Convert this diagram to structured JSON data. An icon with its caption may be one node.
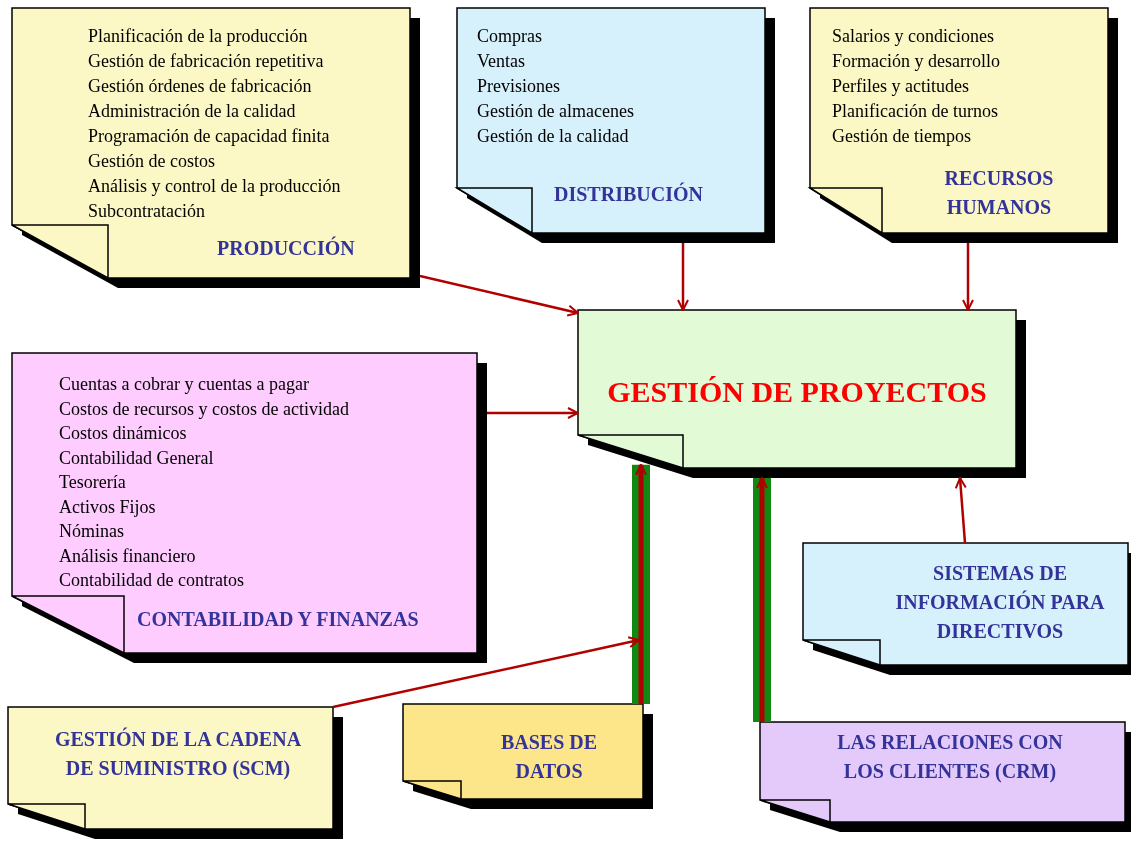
{
  "diagram": {
    "nodes": [
      {
        "text": [
          "Planificación de la producción",
          "Gestión de fabricación repetitiva",
          "Gestión órdenes de fabricación",
          "Administración de la calidad",
          "Programación de capacidad finita",
          "Gestión de costos",
          "Análisis y control de la producción",
          "Subcontratación",
          "PRODUCCIÓN"
        ]
      },
      {
        "text": [
          "Compras",
          "Ventas",
          "Previsiones",
          "Gestión de almacenes",
          "Gestión de la calidad",
          "DISTRIBUCIÓN"
        ]
      },
      {
        "text": [
          "Salarios y condiciones",
          "Formación y desarrollo",
          "Perfiles y actitudes",
          "Planificación de turnos",
          "Gestión de tiempos",
          "RECURSOS HUMANOS"
        ]
      },
      {
        "text": [
          "GESTIÓN DE PROYECTOS"
        ]
      },
      {
        "text": [
          "Cuentas a cobrar y cuentas a pagar",
          "Costos de recursos y costos de actividad",
          "Costos dinámicos",
          "Contabilidad General",
          "Tesorería",
          "Activos Fijos",
          "Nóminas",
          "Análisis financiero",
          "Contabilidad de contratos",
          "CONTABILIDAD Y FINANZAS"
        ]
      },
      {
        "text": [
          "SISTEMAS DE INFORMACIÓN PARA DIRECTIVOS"
        ]
      },
      {
        "text": [
          "GESTIÓN DE LA CADENA DE SUMINISTRO (SCM)"
        ]
      },
      {
        "text": [
          "BASES DE DATOS"
        ]
      },
      {
        "text": [
          "LAS RELACIONES CON LOS CLIENTES (CRM)"
        ]
      }
    ],
    "edges": [
      {
        "from": 0,
        "to": 3,
        "arrow": "to"
      },
      {
        "from": 1,
        "to": 3,
        "arrow": "to"
      },
      {
        "from": 2,
        "to": 3,
        "arrow": "to"
      },
      {
        "from": 4,
        "to": 3,
        "arrow": "to"
      },
      {
        "from": 7,
        "to": 3,
        "arrow": "to",
        "style": "thick"
      },
      {
        "from": 8,
        "to": 3,
        "arrow": "to",
        "style": "thick"
      },
      {
        "from": 5,
        "to": 3,
        "arrow": "to"
      },
      {
        "from": 6,
        "to": null,
        "arrow": "to"
      }
    ]
  }
}
